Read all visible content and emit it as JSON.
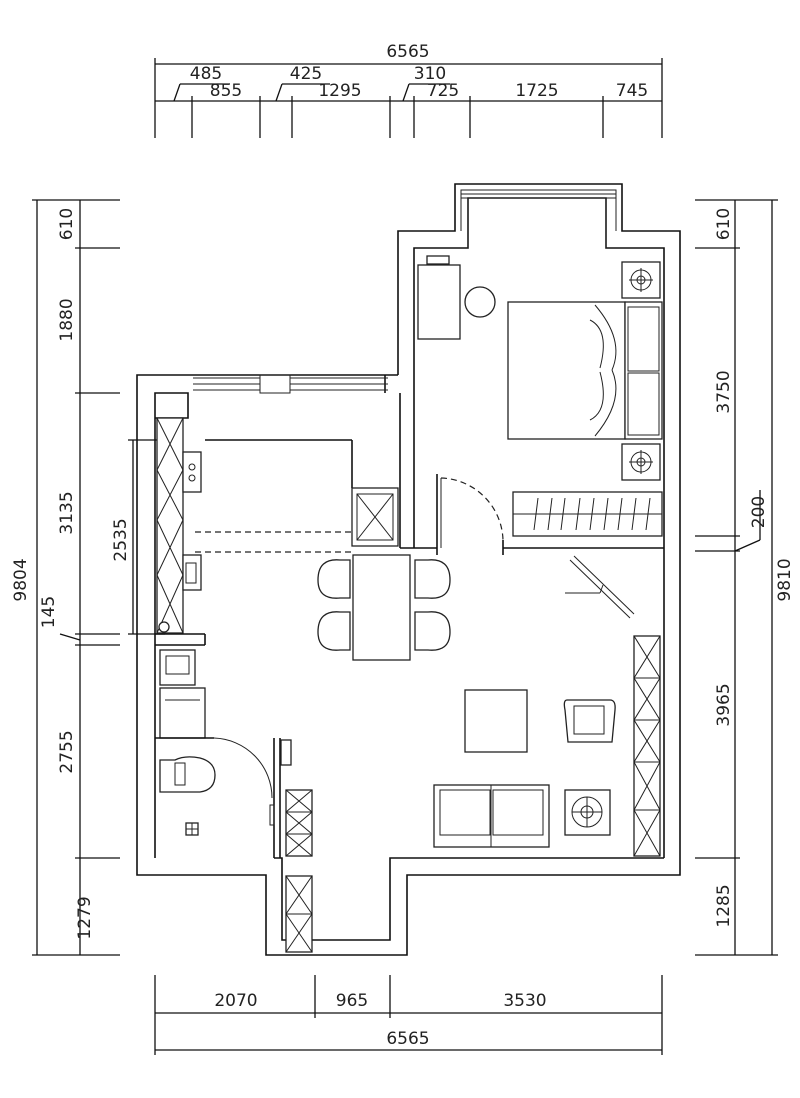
{
  "dimensions": {
    "top_total": "6565",
    "top_upper": [
      "485",
      "425",
      "310"
    ],
    "top_lower": [
      "855",
      "1295",
      "725",
      "1725",
      "745"
    ],
    "bottom_segments": [
      "2070",
      "965",
      "3530"
    ],
    "bottom_total": "6565",
    "left_total": "9804",
    "left_segments": [
      "610",
      "1880",
      "3135",
      "145",
      "2755",
      "1279"
    ],
    "left_inner": "2535",
    "right_total": "9810",
    "right_segments": [
      "610",
      "3750",
      "200",
      "3965",
      "1285"
    ]
  }
}
